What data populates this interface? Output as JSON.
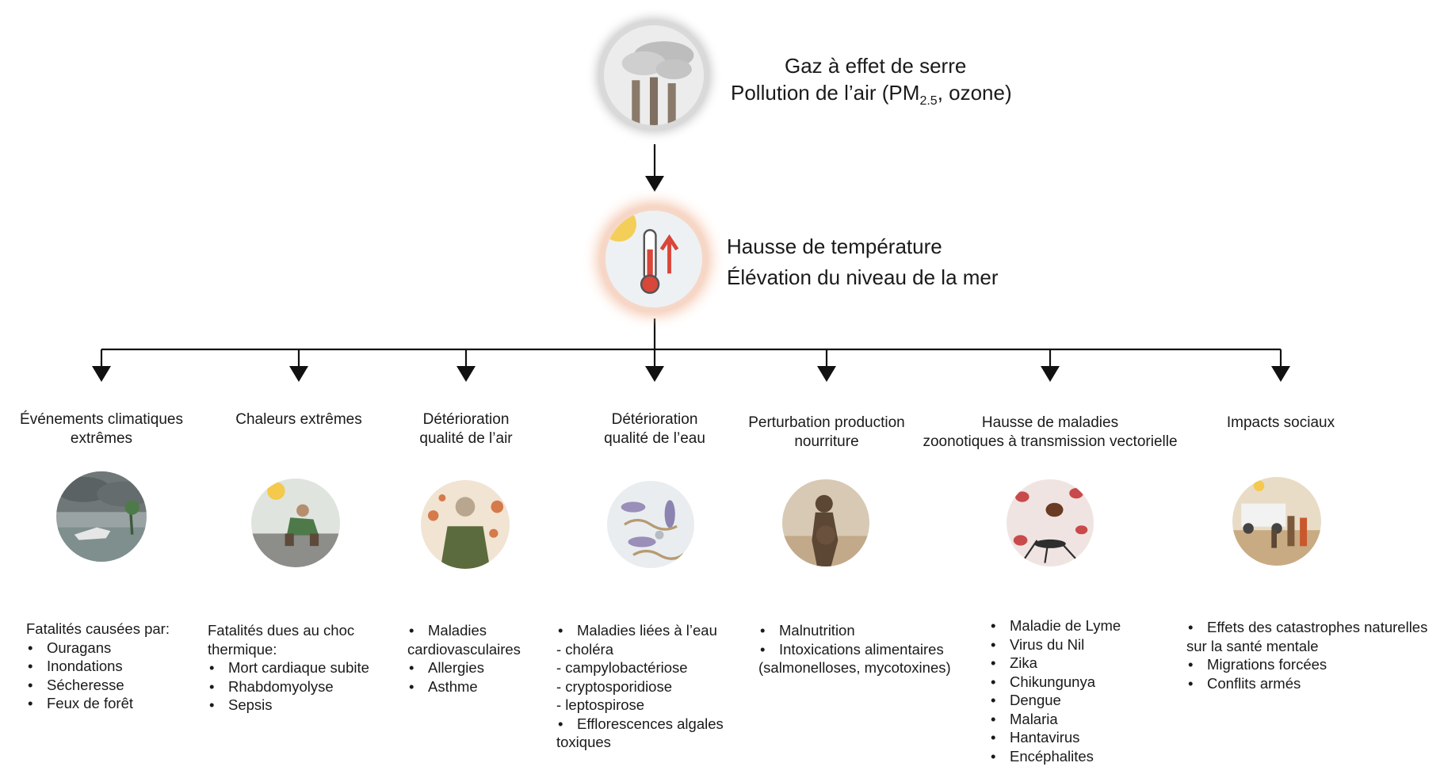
{
  "top": {
    "line1": "Gaz à effet de serre",
    "line2_main": "Pollution de l’air (PM",
    "line2_sub": "2.5",
    "line2_end": ", ozone)",
    "icon": "factory-smokestacks-icon"
  },
  "middle": {
    "line1": "Hausse de température",
    "line2": "Élévation du niveau de la mer",
    "icon": "thermometer-rising-icon"
  },
  "categories": [
    {
      "title": [
        "Événements climatiques",
        "extrêmes"
      ],
      "icon": "storm-flood-icon",
      "lines": [
        {
          "t": "Fatalités causées par:",
          "k": "p"
        },
        {
          "t": "Ouragans",
          "k": "b"
        },
        {
          "t": "Inondations",
          "k": "b"
        },
        {
          "t": "Sécheresse",
          "k": "b"
        },
        {
          "t": "Feux de forêt",
          "k": "b"
        }
      ]
    },
    {
      "title": [
        "Chaleurs extrêmes"
      ],
      "icon": "heat-exhaustion-person-icon",
      "lines": [
        {
          "t": "Fatalités dues au choc",
          "k": "p"
        },
        {
          "t": "thermique:",
          "k": "p"
        },
        {
          "t": "Mort cardiaque subite",
          "k": "b"
        },
        {
          "t": "Rhabdomyolyse",
          "k": "b"
        },
        {
          "t": "Sepsis",
          "k": "b"
        }
      ]
    },
    {
      "title": [
        "Détérioration",
        "qualité de l’air"
      ],
      "icon": "air-pollution-person-icon",
      "lines": [
        {
          "t": "Maladies",
          "k": "b"
        },
        {
          "t": "cardiovasculaires",
          "k": "p"
        },
        {
          "t": "Allergies",
          "k": "b"
        },
        {
          "t": "Asthme",
          "k": "b"
        }
      ]
    },
    {
      "title": [
        "Détérioration",
        "qualité de l’eau"
      ],
      "icon": "waterborne-bacteria-icon",
      "lines": [
        {
          "t": "Maladies liées à l’eau",
          "k": "b"
        },
        {
          "t": "- choléra",
          "k": "d"
        },
        {
          "t": "- campylobactériose",
          "k": "d"
        },
        {
          "t": "- cryptosporidiose",
          "k": "d"
        },
        {
          "t": "- leptospirose",
          "k": "d"
        },
        {
          "t": "Efflorescences algales",
          "k": "b"
        },
        {
          "t": "toxiques",
          "k": "p"
        }
      ]
    },
    {
      "title": [
        "Perturbation production",
        "nourriture"
      ],
      "icon": "malnourished-child-icon",
      "lines": [
        {
          "t": "Malnutrition",
          "k": "b"
        },
        {
          "t": "Intoxications alimentaires",
          "k": "b"
        },
        {
          "t": "(salmonelloses, mycotoxines)",
          "k": "p"
        }
      ]
    },
    {
      "title": [
        "Hausse de maladies",
        "zoonotiques à transmission vectorielle"
      ],
      "icon": "mosquito-tick-icon",
      "lines": [
        {
          "t": "Maladie de Lyme",
          "k": "b"
        },
        {
          "t": "Virus du Nil",
          "k": "b"
        },
        {
          "t": "Zika",
          "k": "b"
        },
        {
          "t": "Chikungunya",
          "k": "b"
        },
        {
          "t": "Dengue",
          "k": "b"
        },
        {
          "t": "Malaria",
          "k": "b"
        },
        {
          "t": "Hantavirus",
          "k": "b"
        },
        {
          "t": "Encéphalites",
          "k": "b"
        }
      ]
    },
    {
      "title": [
        "Impacts sociaux"
      ],
      "icon": "refugee-migration-icon",
      "lines": [
        {
          "t": "Effets des catastrophes naturelles",
          "k": "b"
        },
        {
          "t": "sur la santé mentale",
          "k": "p"
        },
        {
          "t": "Migrations forcées",
          "k": "b"
        },
        {
          "t": "Conflits armés",
          "k": "b"
        }
      ]
    }
  ]
}
